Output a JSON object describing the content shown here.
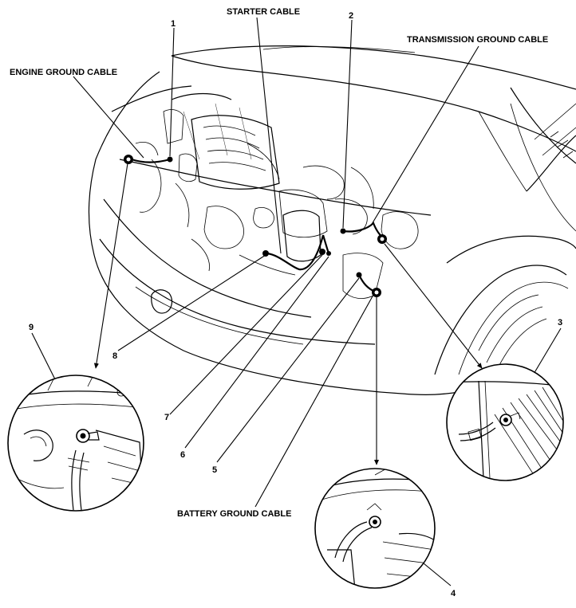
{
  "labels": {
    "starter_cable": "STARTER CABLE",
    "engine_ground_cable": "ENGINE GROUND CABLE",
    "transmission_ground_cable": "TRANSMISSION GROUND CABLE",
    "battery_ground_cable": "BATTERY GROUND CABLE"
  },
  "callouts": {
    "n1": "1",
    "n2": "2",
    "n3": "3",
    "n4": "4",
    "n5": "5",
    "n6": "6",
    "n7": "7",
    "n8": "8",
    "n9": "9"
  }
}
